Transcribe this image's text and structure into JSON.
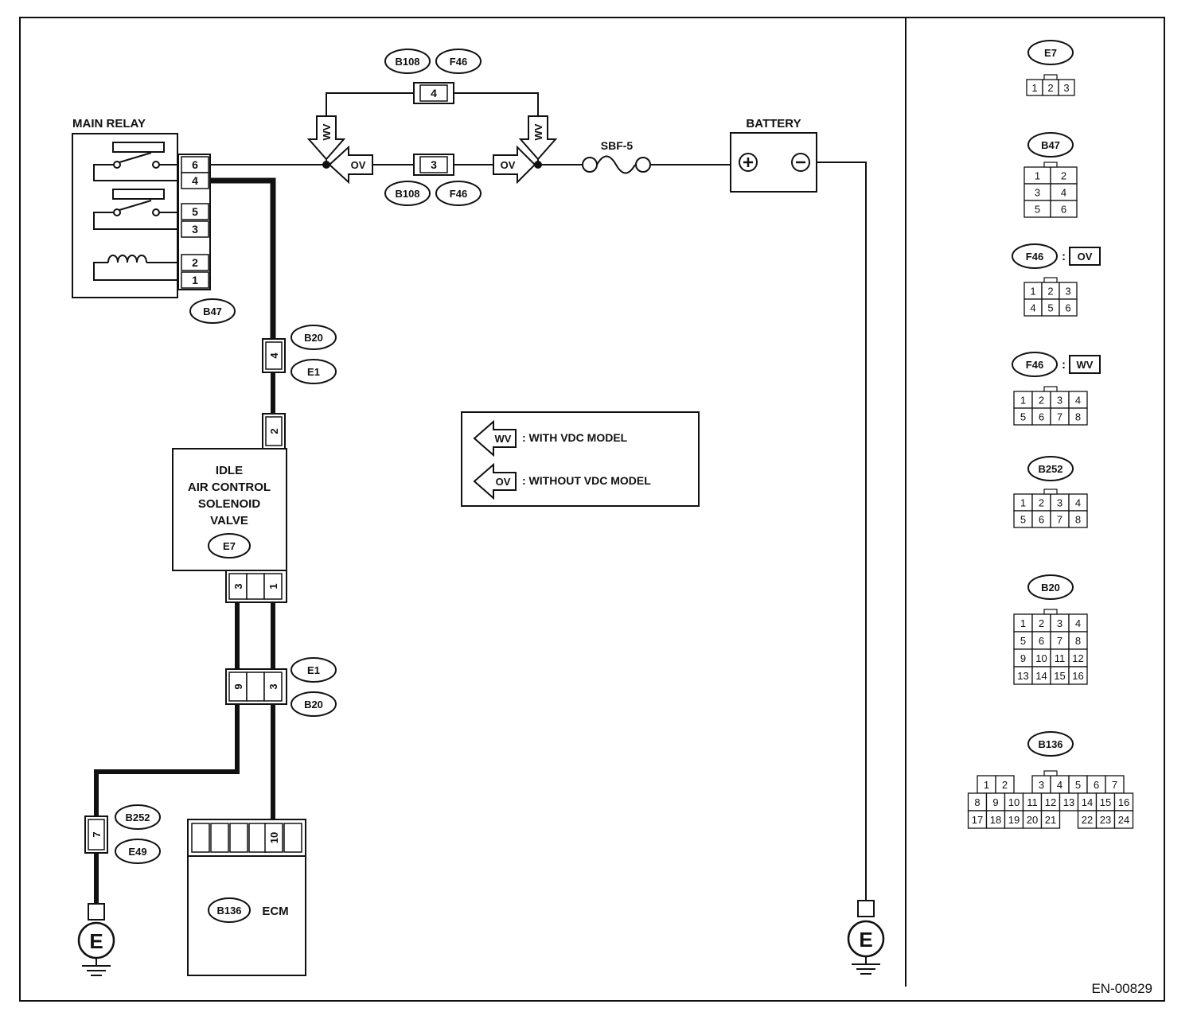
{
  "diagram_code": "EN-00829",
  "components": {
    "main_relay": {
      "title": "MAIN RELAY",
      "connector": "B47",
      "pins": [
        "6",
        "4",
        "5",
        "3",
        "2",
        "1"
      ]
    },
    "battery": {
      "title": "BATTERY",
      "plus": "+",
      "minus": "−"
    },
    "fuse": {
      "label": "SBF-5"
    },
    "iacv": {
      "lines": [
        "IDLE",
        "AIR CONTROL",
        "SOLENOID",
        "VALVE"
      ],
      "connector": "E7",
      "pin_left": "3",
      "pin_right": "1",
      "pin_top": "2"
    },
    "ecm": {
      "label": "ECM",
      "connector": "B136",
      "pin": "10"
    },
    "ground": {
      "symbol": "E"
    }
  },
  "junctions": {
    "b108_f46_top": {
      "pin": "4",
      "labels": [
        "B108",
        "F46"
      ]
    },
    "b108_f46_bottom": {
      "pin": "3",
      "labels": [
        "B108",
        "F46"
      ]
    },
    "b20_e1_upper": {
      "pin": "4",
      "labels": [
        "B20",
        "E1"
      ]
    },
    "e1_b20_lower": {
      "pins": [
        "9",
        "3"
      ],
      "labels": [
        "E1",
        "B20"
      ]
    },
    "b252_e49": {
      "pin": "7",
      "labels": [
        "B252",
        "E49"
      ]
    }
  },
  "variant_flags": {
    "wv": "WV",
    "ov": "OV"
  },
  "legend": {
    "items": [
      {
        "tag": "WV",
        "text": ": WITH VDC MODEL"
      },
      {
        "tag": "OV",
        "text": ": WITHOUT VDC MODEL"
      }
    ]
  },
  "connector_views": [
    {
      "name": "E7",
      "suffix": "",
      "rows": [
        [
          "1",
          "2",
          "3"
        ]
      ]
    },
    {
      "name": "B47",
      "suffix": "",
      "rows": [
        [
          "1",
          "2"
        ],
        [
          "3",
          "4"
        ],
        [
          "5",
          "6"
        ]
      ]
    },
    {
      "name": "F46",
      "suffix": "OV",
      "rows": [
        [
          "1",
          "2",
          "3"
        ],
        [
          "4",
          "5",
          "6"
        ]
      ]
    },
    {
      "name": "F46",
      "suffix": "WV",
      "rows": [
        [
          "1",
          "2",
          "3",
          "4"
        ],
        [
          "5",
          "6",
          "7",
          "8"
        ]
      ]
    },
    {
      "name": "B252",
      "suffix": "",
      "rows": [
        [
          "1",
          "2",
          "3",
          "4"
        ],
        [
          "5",
          "6",
          "7",
          "8"
        ]
      ]
    },
    {
      "name": "B20",
      "suffix": "",
      "rows": [
        [
          "1",
          "2",
          "3",
          "4"
        ],
        [
          "5",
          "6",
          "7",
          "8"
        ],
        [
          "9",
          "10",
          "11",
          "12"
        ],
        [
          "13",
          "14",
          "15",
          "16"
        ]
      ]
    },
    {
      "name": "B136",
      "suffix": "",
      "rows": [
        [
          "1",
          "2",
          "",
          "3",
          "4",
          "5",
          "6",
          "7"
        ],
        [
          "8",
          "9",
          "10",
          "11",
          "12",
          "13",
          "14",
          "15",
          "16"
        ],
        [
          "17",
          "18",
          "19",
          "20",
          "21",
          "",
          "22",
          "23",
          "24"
        ]
      ]
    }
  ]
}
